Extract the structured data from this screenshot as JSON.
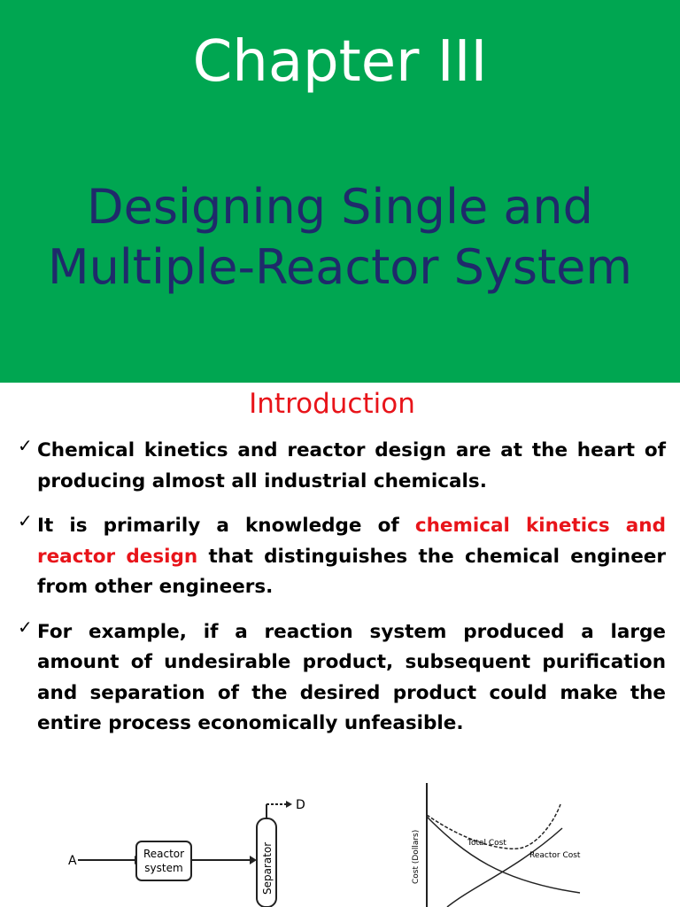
{
  "header": {
    "chapter": "Chapter III",
    "title_line1": "Designing Single and",
    "title_line2": "Multiple-Reactor System",
    "background_color": "#00A651",
    "title_color": "#1F2A6B"
  },
  "section": {
    "title": "Introduction",
    "accent_color": "#E8141A"
  },
  "bullets": [
    {
      "text": "Chemical kinetics and reactor design are at the heart of producing almost all industrial chemicals."
    },
    {
      "pre": "It is primarily a knowledge of ",
      "highlight": "chemical kinetics and reactor design",
      "post": " that distinguishes the chemical engineer from other engineers."
    },
    {
      "text": "For example, if a reaction system produced a large amount of undesirable product, subsequent purification and separation of the desired product could make the entire process economically unfeasible."
    }
  ],
  "diagram": {
    "feed_label": "A",
    "reactor_label_1": "Reactor",
    "reactor_label_2": "system",
    "separator_label": "Separator",
    "product_label": "D"
  },
  "graph": {
    "ylabel": "Cost (Dollars)",
    "total_cost_label": "Total Cost",
    "reactor_cost_label": "Reactor Cost"
  }
}
